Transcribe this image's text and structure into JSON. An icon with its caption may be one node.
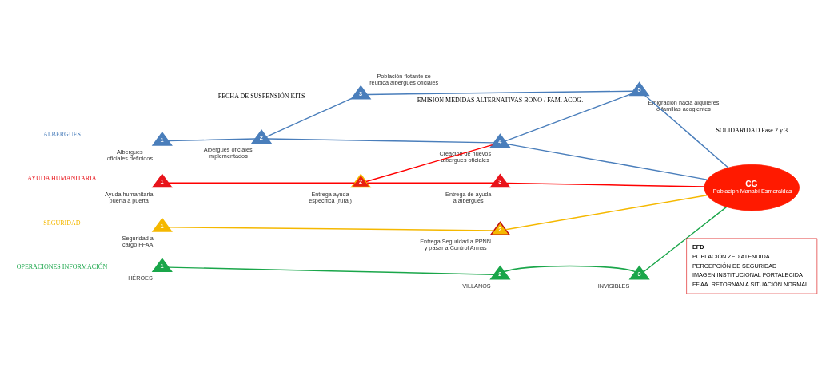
{
  "diagram": {
    "nodes": [
      {
        "text": [
          "1"
        ],
        "beside": [
          "Albergues oficiales definidos"
        ]
      },
      {
        "text": [
          "2"
        ],
        "beside": [
          "Albergues oficiales implementados"
        ]
      },
      {
        "text": [
          "3"
        ],
        "beside": [
          "Población flotante se reubica albergues oficiales"
        ]
      },
      {
        "text": [
          "4"
        ],
        "beside": [
          "Creación de nuevos albergues oficiales"
        ]
      },
      {
        "text": [
          "5"
        ],
        "beside": [
          "Emigración hacia alquileres o familias acogientes"
        ]
      },
      {
        "text": [
          "1"
        ],
        "beside": [
          "Ayuda humanitaria puerta a puerta"
        ]
      },
      {
        "text": [
          "2"
        ],
        "beside": [
          "Entrega ayuda especifica (rural)"
        ]
      },
      {
        "text": [
          "3"
        ],
        "beside": [
          "Entrega de ayuda a albergues"
        ]
      },
      {
        "text": [
          "1"
        ],
        "beside": [
          "Seguridad a cargo FFAA"
        ]
      },
      {
        "text": [
          "2"
        ],
        "beside": [
          "Entrega Seguridad a PPNN y pasar a Control Armas"
        ]
      },
      {
        "text": [
          "1"
        ],
        "beside": [
          "HÉROES"
        ]
      },
      {
        "text": [
          "2"
        ],
        "beside": [
          "VILLANOS"
        ]
      },
      {
        "text": [
          "3"
        ],
        "beside": [
          "INVISIBLES"
        ]
      },
      {
        "text": [
          "CG",
          "Poblacipn Manabí Esmeraldas"
        ]
      },
      {
        "text": [
          "EFD",
          "POBLACIÓN ZED ATENDIDA",
          "PERCEPCIÓN DE SEGURIDAD",
          "IMAGEN INSTITUCIONAL FORTALECIDA",
          "FF.AA. RETORNAN A SITUACIÓN NORMAL"
        ]
      }
    ],
    "edges": [
      {
        "from": 0,
        "to": 1,
        "arrow": "none"
      },
      {
        "from": 1,
        "to": 2,
        "arrow": "none"
      },
      {
        "from": 1,
        "to": 3,
        "arrow": "none"
      },
      {
        "from": 2,
        "to": 4,
        "arrow": "none"
      },
      {
        "from": 3,
        "to": 4,
        "arrow": "none"
      },
      {
        "from": 3,
        "to": 13,
        "arrow": "none"
      },
      {
        "from": 4,
        "to": 13,
        "arrow": "none"
      },
      {
        "from": 5,
        "to": 6,
        "arrow": "none",
        "color": "#ff0000"
      },
      {
        "from": 6,
        "to": 7,
        "arrow": "none",
        "color": "#ff0000"
      },
      {
        "from": 6,
        "to": 3,
        "arrow": "none",
        "color": "#ff0000"
      },
      {
        "from": 7,
        "to": 13,
        "arrow": "none",
        "color": "#ff0000"
      },
      {
        "from": 8,
        "to": 9,
        "arrow": "none",
        "color": "#f5b800"
      },
      {
        "from": 9,
        "to": 13,
        "arrow": "none",
        "color": "#f5b800"
      },
      {
        "from": 10,
        "to": 11,
        "arrow": "none",
        "color": "#1aa64a"
      },
      {
        "from": 11,
        "to": 12,
        "arrow": "none",
        "color": "#1aa64a"
      },
      {
        "from": 12,
        "to": 13,
        "arrow": "none",
        "color": "#1aa64a"
      }
    ],
    "labels": [
      "FECHA DE SUSPENSIÓN KITS",
      "EMISION MEDIDAS ALTERNATIVAS BONO / FAM. ACOG.",
      "SOLIDARIDAD Fase 2 y 3",
      "ALBERGUES",
      "AYUDA HUMANITARIA",
      "SEGURIDAD",
      "OPERACIONES INFORMACIÓN"
    ]
  }
}
